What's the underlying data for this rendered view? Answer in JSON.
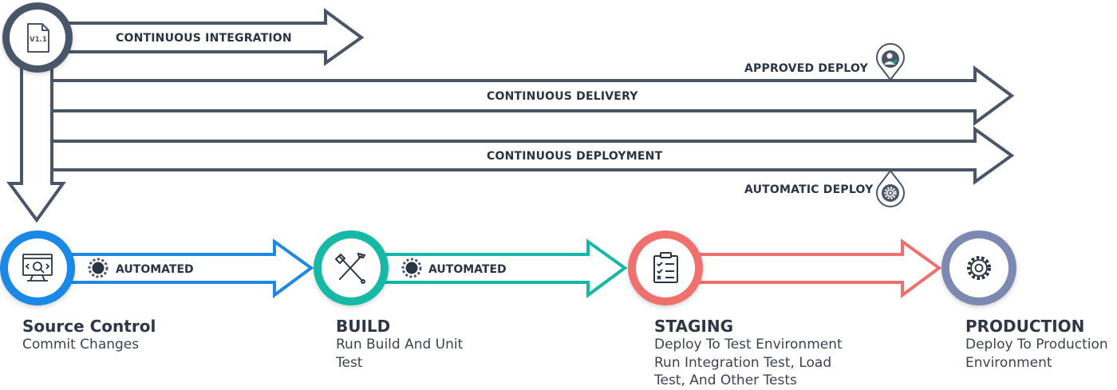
{
  "version_badge": "V1.1",
  "pipelines": {
    "ci": "CONTINUOUS INTEGRATION",
    "delivery": "CONTINUOUS DELIVERY",
    "deployment": "CONTINUOUS DEPLOYMENT"
  },
  "deploy_markers": {
    "approved": "APPROVED DEPLOY",
    "automatic": "AUTOMATIC DEPLOY"
  },
  "connectors": {
    "source_to_build": "AUTOMATED",
    "build_to_staging": "AUTOMATED"
  },
  "stages": [
    {
      "title": "Source Control",
      "description": "Commit Changes",
      "color": "#1e88e5",
      "icon": "monitor-code-icon"
    },
    {
      "title": "BUILD",
      "description": "Run Build And Unit\nTest",
      "color": "#14b8a6",
      "icon": "tools-icon"
    },
    {
      "title": "STAGING",
      "description": "Deploy To Test Environment\nRun Integration Test, Load\nTest, And Other Tests",
      "color": "#ef6f6c",
      "icon": "clipboard-checklist-icon"
    },
    {
      "title": "PRODUCTION",
      "description": "Deploy To Production\nEnvironment",
      "color": "#7d89b0",
      "icon": "gear-icon"
    }
  ],
  "colors": {
    "outline": "#4a5568",
    "dark_text": "#2b3442"
  }
}
